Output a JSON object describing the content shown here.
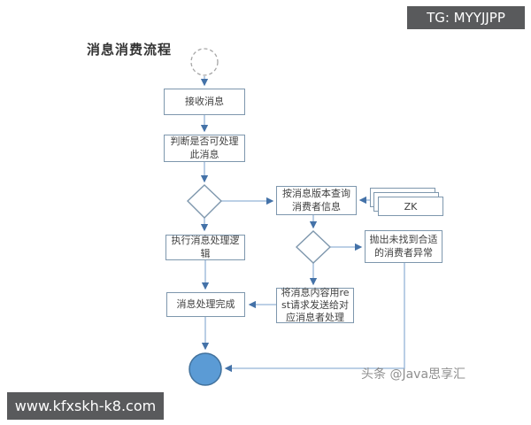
{
  "title": "消息消费流程",
  "header": {
    "tg_badge": "TG: MYYJJPP"
  },
  "footer": {
    "url_badge": "www.kfxskh-k8.com",
    "watermark": "头条 @Java思享汇"
  },
  "nodes": {
    "start": "start",
    "receive": "接收消息",
    "judge": "判断是否可处理此消息",
    "query": "按消息版本查询消费者信息",
    "zk": "ZK",
    "throw_exception": "抛出未找到合适的消费者异常",
    "execute": "执行消息处理逻辑",
    "complete": "消息处理完成",
    "send": "将消息内容用rest请求发送给对应消息者处理",
    "end": "end"
  },
  "colors": {
    "box_border": "#7e97ad",
    "connector": "#95b3d7",
    "arrowhead": "#4472a8",
    "start_node_border": "#a6a6a6",
    "end_node_fill": "#5b9bd5",
    "end_node_border": "#41719c",
    "badge_bg": "#595a5c",
    "text": "#3f3f3f",
    "watermark_text": "#8f8f8f"
  }
}
